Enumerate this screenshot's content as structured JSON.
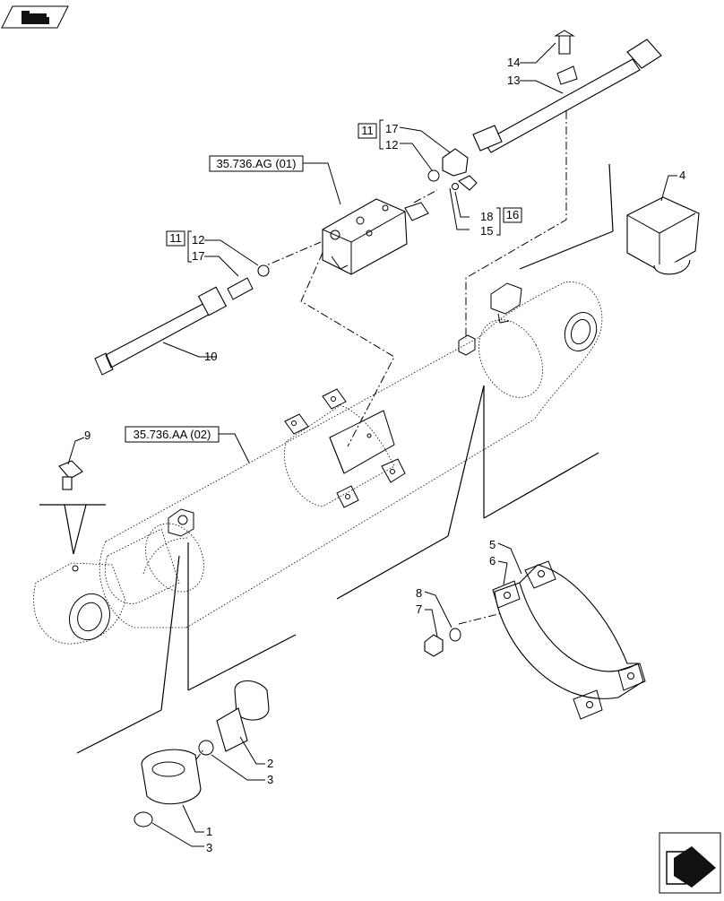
{
  "references": {
    "ag": "35.736.AG (01)",
    "aa": "35.736.AA (02)"
  },
  "boxed_labels": {
    "b11a": "11",
    "b11b": "11",
    "b16": "16"
  },
  "callouts": {
    "c1": "1",
    "c2": "2",
    "c3a": "3",
    "c3b": "3",
    "c4": "4",
    "c5": "5",
    "c6": "6",
    "c7": "7",
    "c8": "8",
    "c9": "9",
    "c10": "10",
    "c12a": "12",
    "c12b": "12",
    "c13": "13",
    "c14": "14",
    "c15": "15",
    "c17a": "17",
    "c17b": "17",
    "c18": "18"
  },
  "icons": {
    "top_left": "catalog-nav-icon",
    "bottom_right": "next-page-arrow-icon"
  }
}
